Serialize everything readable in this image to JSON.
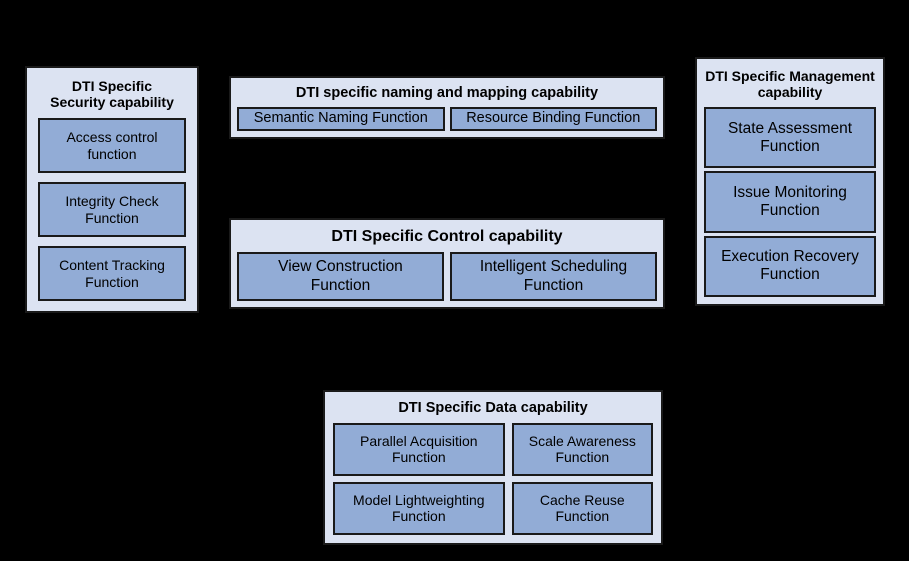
{
  "background_color": "#000000",
  "palette": {
    "panel_fill": "#dce3f2",
    "function_fill": "#92acd6",
    "border": "#1a1a1a",
    "text": "#000000"
  },
  "panels": {
    "security": {
      "title": "DTI Specific Security capability",
      "title_line1": "DTI Specific",
      "title_line2": "Security capability",
      "functions": [
        "Access control function",
        "Integrity Check Function",
        "Content Tracking Function"
      ],
      "functions_lines": [
        [
          "Access control",
          "function"
        ],
        [
          "Integrity Check",
          "Function"
        ],
        [
          "Content Tracking",
          "Function"
        ]
      ]
    },
    "naming": {
      "title": "DTI specific naming and mapping capability",
      "functions": [
        "Semantic Naming Function",
        "Resource Binding Function"
      ]
    },
    "control": {
      "title": "DTI Specific Control capability",
      "functions": [
        "View Construction Function",
        "Intelligent Scheduling Function"
      ],
      "functions_lines": [
        [
          "View Construction",
          "Function"
        ],
        [
          "Intelligent Scheduling",
          "Function"
        ]
      ]
    },
    "management": {
      "title": "DTI Specific Management capability",
      "title_line1": "DTI Specific Management",
      "title_line2": "capability",
      "functions": [
        "State Assessment Function",
        "Issue Monitoring Function",
        "Execution Recovery Function"
      ],
      "functions_lines": [
        [
          "State Assessment",
          "Function"
        ],
        [
          "Issue Monitoring",
          "Function"
        ],
        [
          "Execution Recovery",
          "Function"
        ]
      ]
    },
    "data": {
      "title": "DTI Specific Data capability",
      "functions": [
        "Parallel Acquisition Function",
        "Scale Awareness Function",
        "Model Lightweighting Function",
        "Cache Reuse Function"
      ],
      "functions_lines": [
        [
          "Parallel Acquisition",
          "Function"
        ],
        [
          "Scale Awareness",
          "Function"
        ],
        [
          "Model Lightweighting",
          "Function"
        ],
        [
          "Cache Reuse",
          "Function"
        ]
      ]
    }
  }
}
